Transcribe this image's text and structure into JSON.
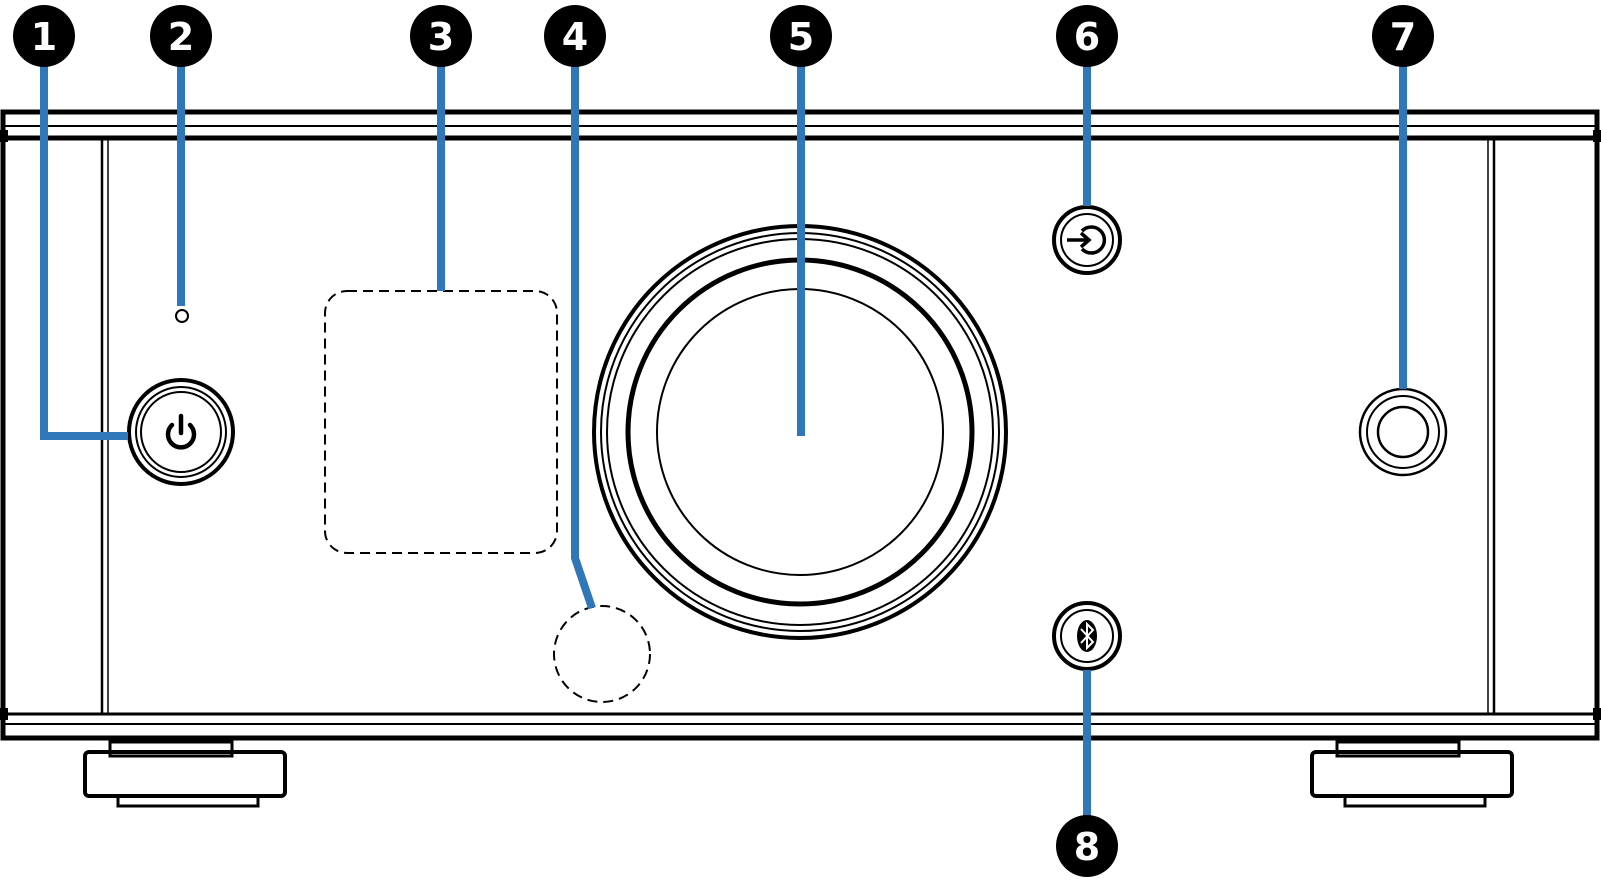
{
  "callouts": [
    {
      "id": "1",
      "label": "1",
      "part": "power-button"
    },
    {
      "id": "2",
      "label": "2",
      "part": "power-indicator"
    },
    {
      "id": "3",
      "label": "3",
      "part": "display"
    },
    {
      "id": "4",
      "label": "4",
      "part": "remote-sensor"
    },
    {
      "id": "5",
      "label": "5",
      "part": "volume-knob"
    },
    {
      "id": "6",
      "label": "6",
      "part": "input-button"
    },
    {
      "id": "7",
      "label": "7",
      "part": "headphone-jack"
    },
    {
      "id": "8",
      "label": "8",
      "part": "bluetooth-button"
    }
  ],
  "colors": {
    "leader": "#2f77b8",
    "outline": "#000000",
    "callout_fill": "#000000",
    "callout_text": "#ffffff",
    "background": "#ffffff"
  },
  "icons": {
    "power": "power-icon",
    "input": "input-arrow-icon",
    "bluetooth": "bluetooth-icon"
  }
}
